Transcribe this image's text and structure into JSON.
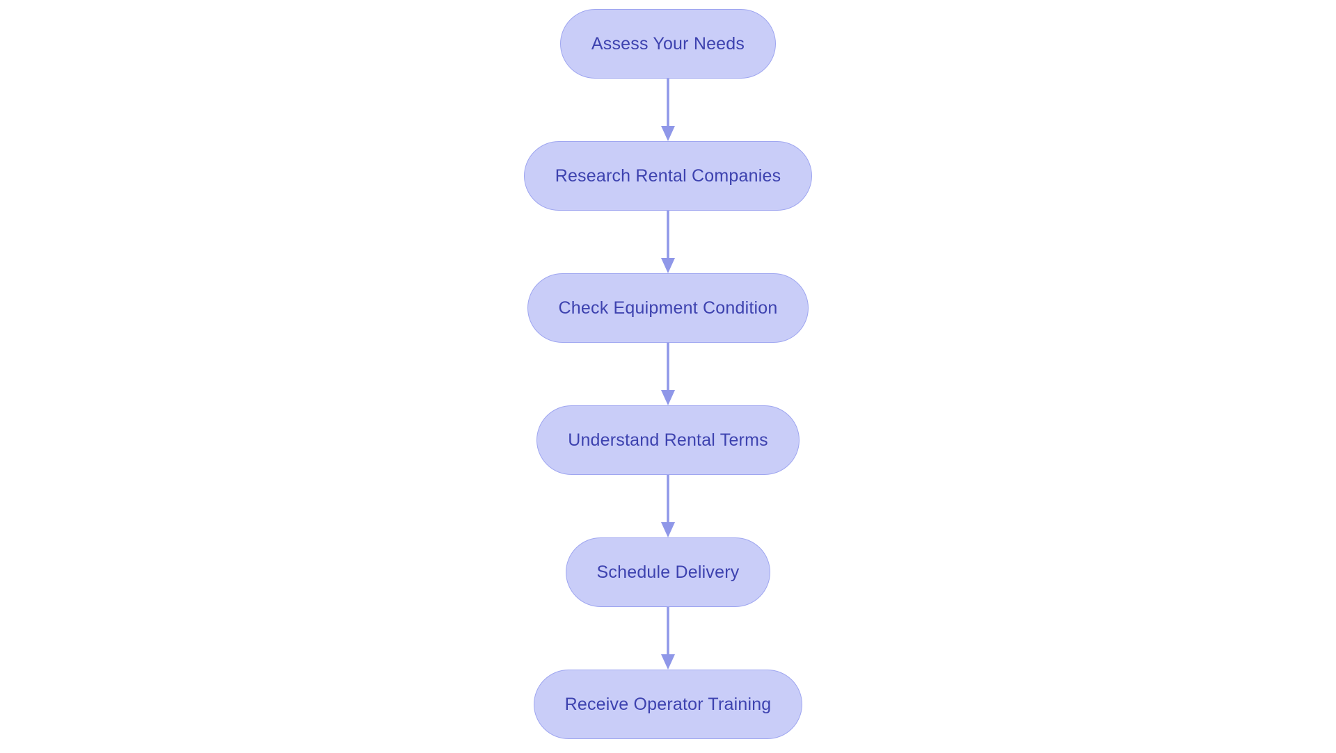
{
  "diagram": {
    "type": "flowchart",
    "direction": "top-down",
    "title": "",
    "nodes": [
      {
        "id": "assess-your-needs",
        "label": "Assess Your Needs"
      },
      {
        "id": "research-rental-companies",
        "label": "Research Rental Companies"
      },
      {
        "id": "check-equipment-condition",
        "label": "Check Equipment Condition"
      },
      {
        "id": "understand-rental-terms",
        "label": "Understand Rental Terms"
      },
      {
        "id": "schedule-delivery",
        "label": "Schedule Delivery"
      },
      {
        "id": "receive-operator-training",
        "label": "Receive Operator Training"
      }
    ],
    "edges": [
      {
        "from": "assess-your-needs",
        "to": "research-rental-companies"
      },
      {
        "from": "research-rental-companies",
        "to": "check-equipment-condition"
      },
      {
        "from": "check-equipment-condition",
        "to": "understand-rental-terms"
      },
      {
        "from": "understand-rental-terms",
        "to": "schedule-delivery"
      },
      {
        "from": "schedule-delivery",
        "to": "receive-operator-training"
      }
    ],
    "style": {
      "node_fill": "#c9cdf8",
      "node_border": "#9fa6f0",
      "node_text": "#3d42af",
      "arrow_color": "#8f97e8",
      "background": "#ffffff"
    }
  }
}
